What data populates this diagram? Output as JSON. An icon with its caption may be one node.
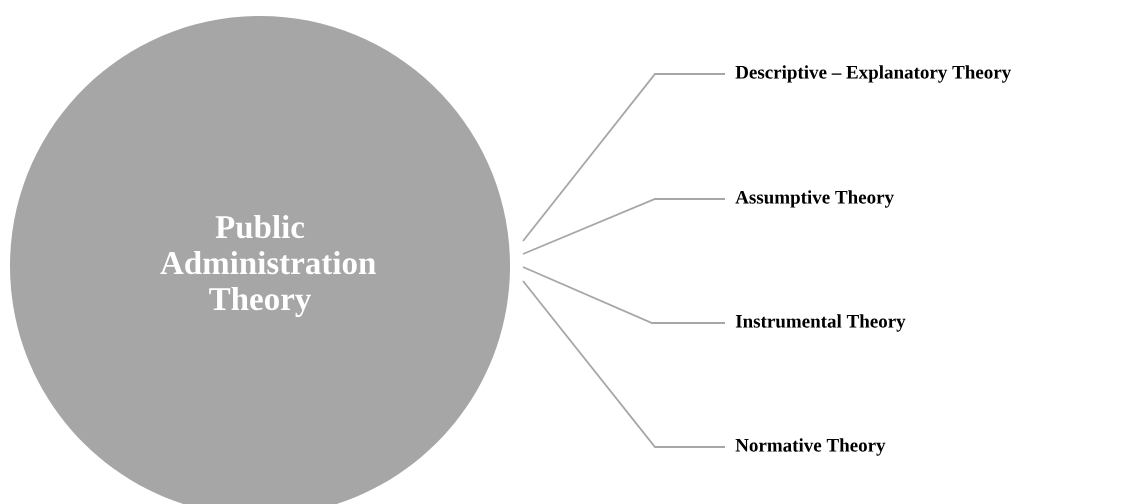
{
  "diagram": {
    "nodes": [
      {
        "text": [
          "Public Administration Theory"
        ]
      },
      {
        "text": [
          "Descriptive – Explanatory Theory"
        ]
      },
      {
        "text": [
          "Assumptive Theory"
        ]
      },
      {
        "text": [
          "Instrumental Theory"
        ]
      },
      {
        "text": [
          "Normative Theory"
        ]
      }
    ],
    "edges": [
      {
        "from": 0,
        "to": 1,
        "arrow": "none"
      },
      {
        "from": 0,
        "to": 2,
        "arrow": "none"
      },
      {
        "from": 0,
        "to": 3,
        "arrow": "none"
      },
      {
        "from": 0,
        "to": 4,
        "arrow": "none"
      }
    ]
  }
}
